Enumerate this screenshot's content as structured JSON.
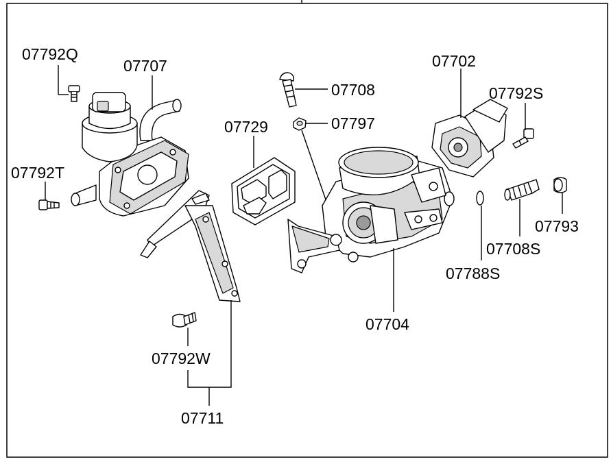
{
  "labels": {
    "p07792Q": "07792Q",
    "p07707": "07707",
    "p07792T": "07792T",
    "p07708": "07708",
    "p07797": "07797",
    "p07729": "07729",
    "p07702": "07702",
    "p07792S": "07792S",
    "p07793": "07793",
    "p07708S": "07708S",
    "p07788S": "07788S",
    "p07704": "07704",
    "p07792W": "07792W",
    "p07711": "07711"
  }
}
